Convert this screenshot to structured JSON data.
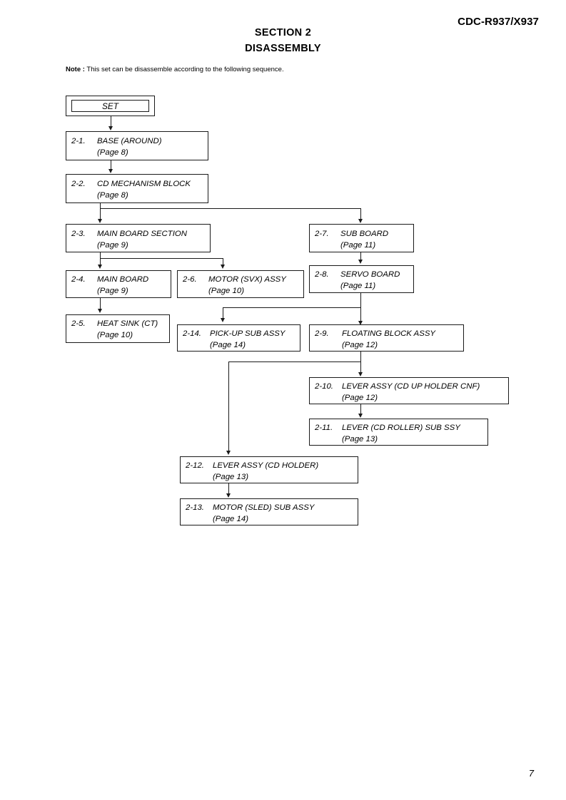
{
  "header": {
    "model_code": "CDC-R937/X937",
    "section_title": "SECTION 2",
    "section_subtitle": "DISASSEMBLY",
    "note_label": "Note :",
    "note_text": "This set can be disassemble according to the following sequence."
  },
  "footer": {
    "page_number": "7"
  },
  "flowchart": {
    "type": "flowchart",
    "orientation": "top-down",
    "nodes": [
      {
        "id": "set",
        "number": "",
        "title": "SET",
        "page": ""
      },
      {
        "id": "n2_1",
        "number": "2-1.",
        "title": "BASE (AROUND)",
        "page": "(Page 8)"
      },
      {
        "id": "n2_2",
        "number": "2-2.",
        "title": "CD MECHANISM BLOCK",
        "page": "(Page 8)"
      },
      {
        "id": "n2_3",
        "number": "2-3.",
        "title": "MAIN BOARD SECTION",
        "page": "(Page 9)"
      },
      {
        "id": "n2_4",
        "number": "2-4.",
        "title": "MAIN BOARD",
        "page": "(Page 9)"
      },
      {
        "id": "n2_5",
        "number": "2-5.",
        "title": "HEAT SINK (CT)",
        "page": "(Page 10)"
      },
      {
        "id": "n2_6",
        "number": "2-6.",
        "title": "MOTOR (SVX) ASSY",
        "page": "(Page 10)"
      },
      {
        "id": "n2_7",
        "number": "2-7.",
        "title": "SUB BOARD",
        "page": "(Page 11)"
      },
      {
        "id": "n2_8",
        "number": "2-8.",
        "title": "SERVO BOARD",
        "page": "(Page 11)"
      },
      {
        "id": "n2_9",
        "number": "2-9.",
        "title": "FLOATING BLOCK ASSY",
        "page": "(Page 12)"
      },
      {
        "id": "n2_10",
        "number": "2-10.",
        "title": "LEVER ASSY (CD UP HOLDER CNF)",
        "page": "(Page 12)"
      },
      {
        "id": "n2_11",
        "number": "2-11.",
        "title": "LEVER (CD ROLLER) SUB SSY",
        "page": "(Page 13)"
      },
      {
        "id": "n2_12",
        "number": "2-12.",
        "title": "LEVER ASSY (CD HOLDER)",
        "page": "(Page 13)"
      },
      {
        "id": "n2_13",
        "number": "2-13.",
        "title": "MOTOR (SLED) SUB ASSY",
        "page": "(Page 14)"
      },
      {
        "id": "n2_14",
        "number": "2-14.",
        "title": "PICK-UP SUB ASSY",
        "page": "(Page 14)"
      }
    ],
    "edges": [
      {
        "from": "set",
        "to": "n2_1"
      },
      {
        "from": "n2_1",
        "to": "n2_2"
      },
      {
        "from": "n2_2",
        "to": "n2_3"
      },
      {
        "from": "n2_2",
        "to": "n2_7"
      },
      {
        "from": "n2_3",
        "to": "n2_4"
      },
      {
        "from": "n2_3",
        "to": "n2_6"
      },
      {
        "from": "n2_4",
        "to": "n2_5"
      },
      {
        "from": "n2_6",
        "to": "n2_14"
      },
      {
        "from": "n2_7",
        "to": "n2_8"
      },
      {
        "from": "n2_8",
        "to": "n2_9"
      },
      {
        "from": "n2_8",
        "to": "n2_14"
      },
      {
        "from": "n2_9",
        "to": "n2_10"
      },
      {
        "from": "n2_9",
        "to": "n2_12"
      },
      {
        "from": "n2_10",
        "to": "n2_11"
      },
      {
        "from": "n2_12",
        "to": "n2_13"
      }
    ]
  }
}
